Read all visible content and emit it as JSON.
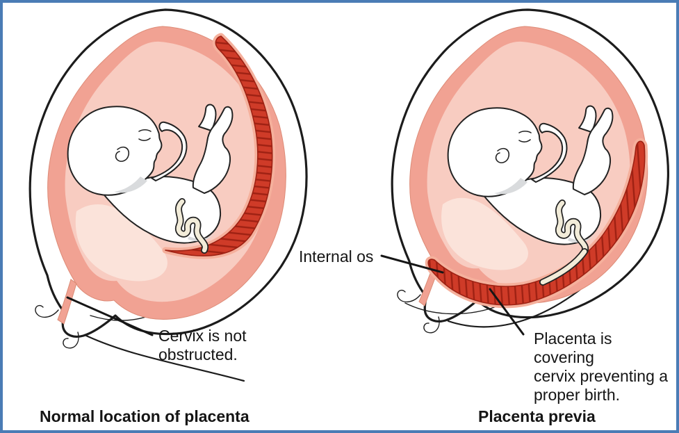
{
  "panels": {
    "normal": {
      "caption": "Normal location of placenta",
      "cervix_label": "Cervix is not\nobstructed."
    },
    "previa": {
      "caption": "Placenta previa",
      "internal_os_label": "Internal os",
      "placenta_label": "Placenta is covering\ncervix preventing a\nproper birth."
    }
  },
  "colors": {
    "frame-blue": "#4a7cb5",
    "outline": "#1c1c1c",
    "lining-salmon": "#f1a293",
    "cavity-pink": "#f8ccc1",
    "cavity-highlight": "#fbe3da",
    "placenta-red": "#cf3b28",
    "placenta-dark": "#9e2113",
    "placenta-halo": "#f5b09c",
    "fetus-shadow": "#d9dbdd",
    "cord-cream": "#f2ecd9",
    "text": "#151515"
  }
}
